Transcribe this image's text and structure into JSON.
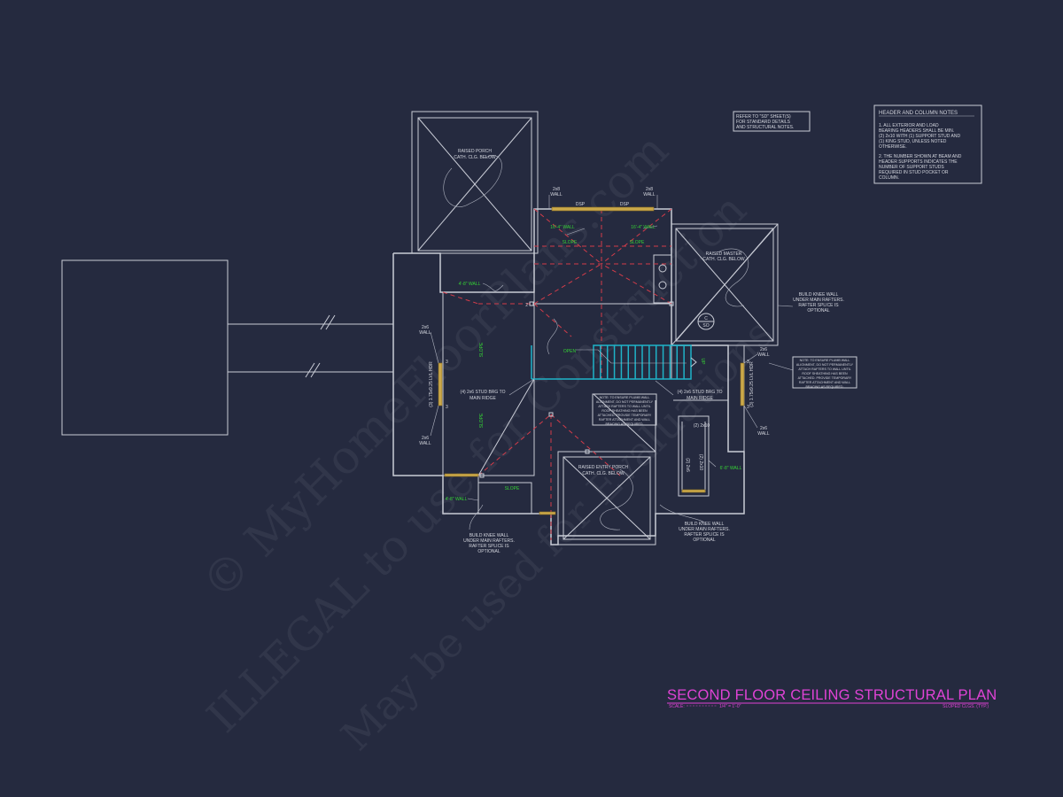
{
  "drawing": {
    "title": "SECOND FLOOR CEILING STRUCTURAL PLAN",
    "scale_label": "SCALE:",
    "scale_value": "1/4\" = 1'-0\"",
    "sloped_note": "SLOPED CLGS. (TYP.)",
    "refer_note": [
      "REFER TO \"SD\" SHEET(S)",
      "FOR STANDARD DETAILS",
      "AND STRUCTURAL NOTES."
    ]
  },
  "header_notes": {
    "heading": "HEADER AND COLUMN NOTES",
    "note1": [
      "1. ALL EXTERIOR AND LOAD",
      "BEARING HEADERS SHALL BE MIN.",
      "(2) 2x10 WITH (1) SUPPORT STUD AND",
      "(1) KING STUD, UNLESS NOTED",
      "OTHERWISE."
    ],
    "note2": [
      "2. THE NUMBER SHOWN AT BEAM AND",
      "HEADER SUPPORTS INDICATES THE",
      "NUMBER OF SUPPORT STUDS",
      "REQUIRED IN STUD POCKET OR",
      "COLUMN."
    ]
  },
  "labels": {
    "raised_porch": [
      "RAISED PORCH",
      "CATH. CLG. BELOW"
    ],
    "raised_master": [
      "RAISED MASTER",
      "CATH. CLG. BELOW"
    ],
    "raised_entry": [
      "RAISED ENTRY PORCH",
      "CATH. CLG. BELOW"
    ],
    "wall_2x8_left": [
      "2x8",
      "WALL"
    ],
    "wall_2x8_right": [
      "2x8",
      "WALL"
    ],
    "dsp_left": "DSP",
    "dsp_right": "DSP",
    "wall_16_4_left": "16'-4\" WALL",
    "wall_16_4_right": "16'-4\" WALL",
    "slope": "SLOPE",
    "wall_4_8_top": "4'-8\" WALL",
    "wall_4_8_bottom": "4'-8\" WALL",
    "wall_6_8": "6'-8\" WALL",
    "wall_2x6_1": [
      "2x6",
      "WALL"
    ],
    "wall_2x6_2": [
      "2x6",
      "WALL"
    ],
    "wall_2x6_3": [
      "2x6",
      "WALL"
    ],
    "wall_2x6_4": [
      "2x6",
      "WALL"
    ],
    "lvl_left": "(3) 1.75x9.25 LVL HDR",
    "lvl_right": "(3) 1.75x9.25 LVL HDR",
    "stud_brg_left": [
      "(4) 2x6 STUD BRG TO",
      "MAIN RIDGE"
    ],
    "stud_brg_right": [
      "(4) 2x6 STUD BRG TO",
      "MAIN RIDGE"
    ],
    "open": "OPEN",
    "up": "UP",
    "knee_right_top": [
      "BUILD KNEE WALL",
      "UNDER MAIN RAFTERS.",
      "RAFTER SPLICE IS",
      "OPTIONAL"
    ],
    "knee_left_bottom": [
      "BUILD KNEE WALL",
      "UNDER MAIN RAFTERS.",
      "RAFTER SPLICE IS",
      "OPTIONAL"
    ],
    "knee_right_bottom": [
      "BUILD KNEE WALL",
      "UNDER MAIN RAFTERS.",
      "RAFTER SPLICE IS",
      "OPTIONAL"
    ],
    "plumb_note_center": [
      "NOTE: TO ENSURE PLUMB WALL",
      "ALIGNMENT, DO NOT PERMANENTLY",
      "ATTACH RAFTERS TO WALL UNTIL",
      "ROOF SHEATHING HAS BEEN",
      "ATTACHED. PROVIDE TEMPORARY",
      "RAFTER ATTACHMENT AND WALL",
      "BRACING AS REQUIRED."
    ],
    "plumb_note_right": [
      "NOTE: TO ENSURE PLUMB WALL",
      "ALIGNMENT, DO NOT PERMANENTLY",
      "ATTACH RAFTERS TO WALL UNTIL",
      "ROOF SHEATHING HAS BEEN",
      "ATTACHED. PROVIDE TEMPORARY",
      "RAFTER ATTACHMENT AND WALL",
      "BRACING AS REQUIRED."
    ],
    "header_2x10": "(2) 2x10",
    "header_2x6": "(2) 2x6",
    "header_2x10_b": "(2) 2x10",
    "c_so": [
      "C",
      "SO"
    ],
    "num_2": "2",
    "num_3": "3"
  },
  "watermark": {
    "line1": "© MyHomeFloorPlans.com",
    "line2": "ILLEGAL to use for Construction",
    "line3": "May be used for Evaluations"
  },
  "colors": {
    "background": "#252a3f",
    "lines": "#c9ccd6",
    "title": "#e043d6",
    "green_labels": "#35d235",
    "ridge_dashes": "#d33c4a",
    "stair": "#1fb3c8"
  }
}
